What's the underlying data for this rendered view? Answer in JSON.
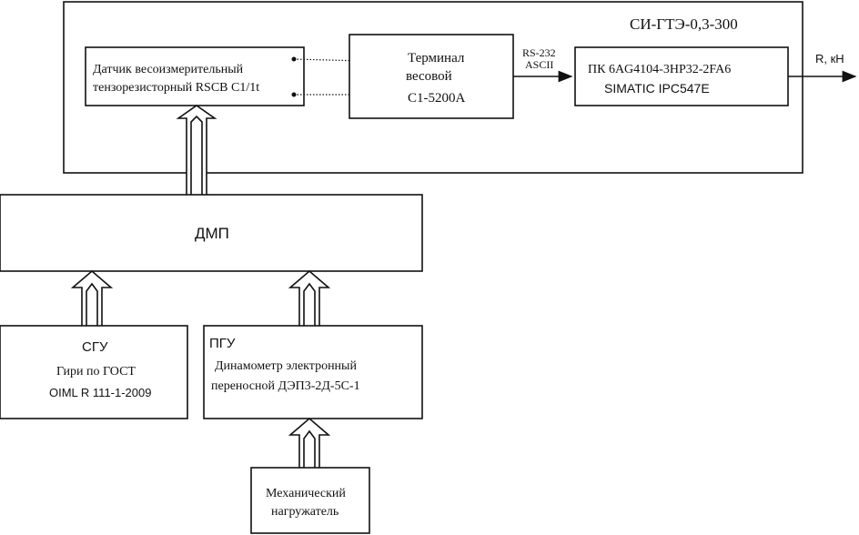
{
  "system": {
    "title": "СИ-ГТЭ-0,3-300"
  },
  "sensor": {
    "line1": "Датчик весоизмерительный",
    "line2": "тензорезисторный RSCB C1/1t"
  },
  "terminal": {
    "line1": "Терминал",
    "line2": "весовой",
    "line3": "С1-5200А"
  },
  "interface": {
    "line1": "RS-232",
    "line2": "ASCII"
  },
  "pc": {
    "line1": "ПК 6AG4104-3HP32-2FA6",
    "line2": "SIMATIC IPC547E"
  },
  "output": {
    "label": "R, кН"
  },
  "dmp": {
    "label": "ДМП"
  },
  "sgu": {
    "title": "СГУ",
    "line1": "Гири по ГОСТ",
    "line2": "OIML R 111-1-2009"
  },
  "pgu": {
    "title": "ПГУ",
    "line1": "Динамометр электронный",
    "line2": "переносной ДЭП3-2Д-5С-1"
  },
  "loader": {
    "line1": "Механический",
    "line2": "нагружатель"
  }
}
